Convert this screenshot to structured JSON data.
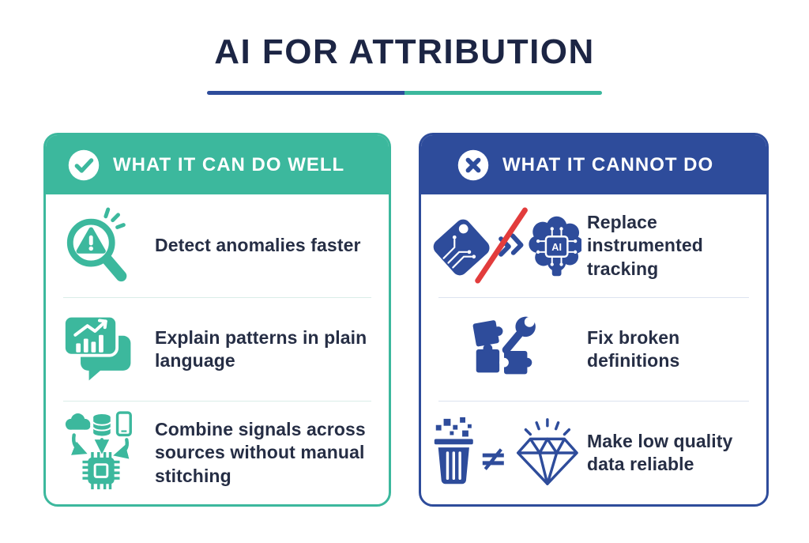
{
  "page": {
    "title": "AI FOR ATTRIBUTION"
  },
  "colors": {
    "teal_accent": "#3CB89D",
    "blue_accent": "#2E4C9B",
    "title_navy": "#1C2544",
    "body_text": "#262E45",
    "slash_red": "#E23C3C",
    "underline_left": "#2E4C9B",
    "underline_right": "#3CB89D"
  },
  "left_panel": {
    "header": "WHAT IT CAN DO WELL",
    "header_icon": "check-circle",
    "items": [
      {
        "icon": "anomaly-magnifier",
        "text": "Detect anomalies faster"
      },
      {
        "icon": "chat-chart",
        "text": "Explain patterns in plain language"
      },
      {
        "icon": "multi-source-chip",
        "text": "Combine signals across sources without manual stitching"
      }
    ]
  },
  "right_panel": {
    "header": "WHAT IT CANNOT DO",
    "header_icon": "x-circle",
    "items": [
      {
        "icon": "circuit-tag-slash-ai-brain",
        "text": "Replace instrumented tracking",
        "brain_label": "AI"
      },
      {
        "icon": "puzzle-wrench",
        "text": "Fix broken definitions"
      },
      {
        "icon": "trash-not-equal-diamond",
        "text": "Make low quality data reliable",
        "not_equal_symbol": "≠"
      }
    ]
  }
}
